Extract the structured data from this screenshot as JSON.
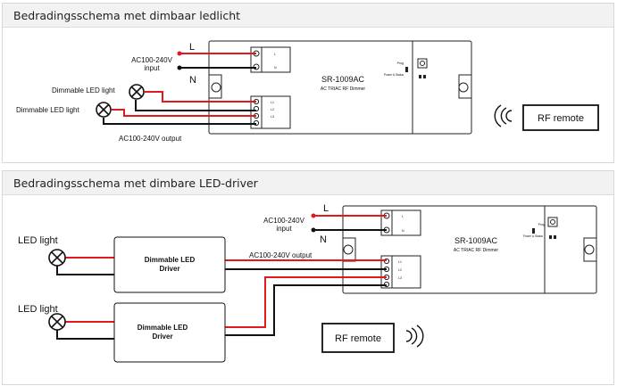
{
  "sections": [
    {
      "title": "Bedradingsschema met dimbaar ledlicht",
      "L": "L",
      "N": "N",
      "input_line1": "AC100-240V",
      "input_line2": "input",
      "light1": "Dimmable LED light",
      "light2": "Dimmable LED light",
      "output": "AC100-240V output",
      "model": "SR-1009AC",
      "subtitle": "AC TRIAC RF Dimmer",
      "remote": "RF remote"
    },
    {
      "title": "Bedradingsschema met dimbare LED-driver",
      "L": "L",
      "N": "N",
      "input_line1": "AC100-240V",
      "input_line2": "input",
      "led1": "LED light",
      "led2": "LED light",
      "driver1_line1": "Dimmable LED",
      "driver1_line2": "Driver",
      "driver2_line1": "Dimmable LED",
      "driver2_line2": "Driver",
      "output": "AC100-240V output",
      "model": "SR-1009AC",
      "subtitle": "AC TRIAC RF Dimmer",
      "remote": "RF remote"
    }
  ],
  "device": {
    "terminal_labels": [
      "L",
      "N",
      "L1",
      "L2",
      "L3"
    ],
    "button_label": "Prog",
    "indicator_label": "Power & Status"
  },
  "colors": {
    "wire_live": "#e0191f",
    "wire_neutral": "#111111",
    "panel_header": "#f2f2f2"
  }
}
